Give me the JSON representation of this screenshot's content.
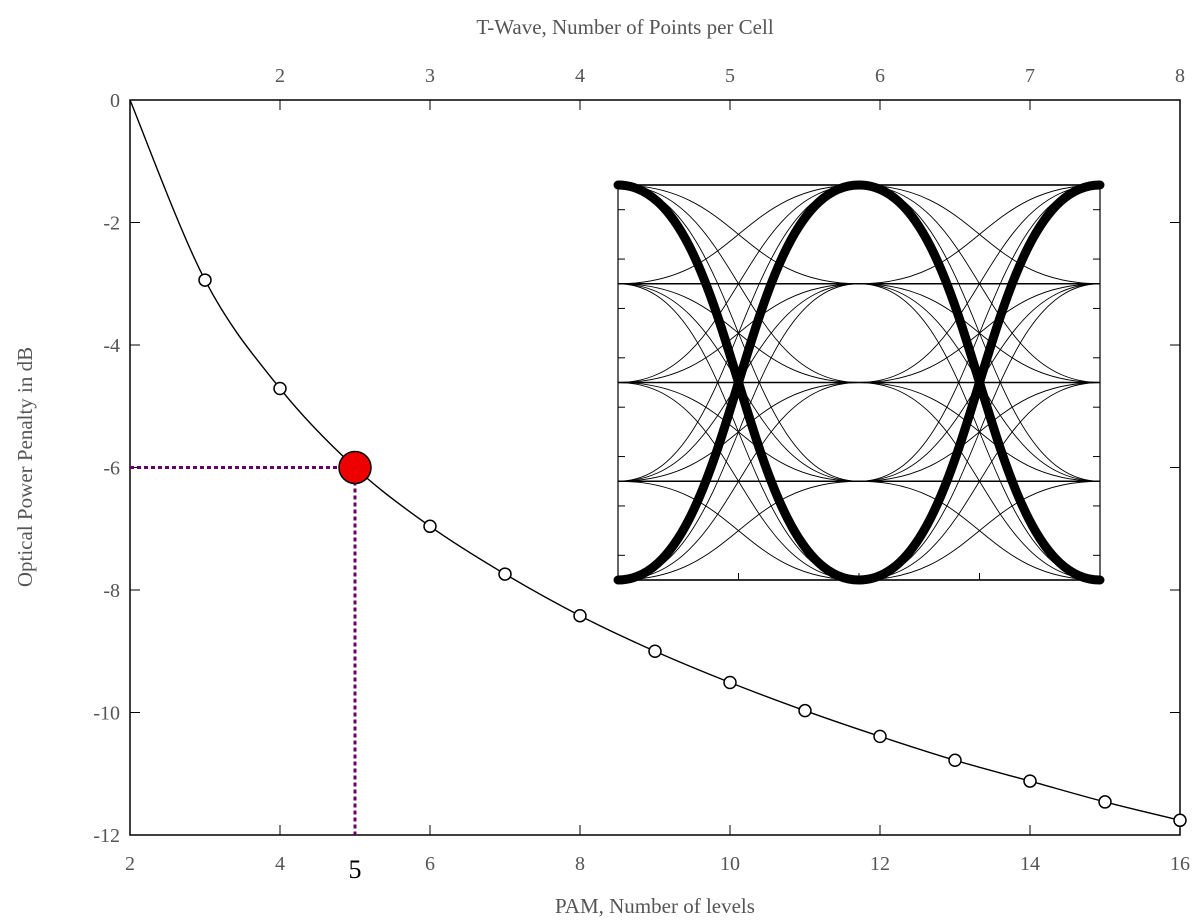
{
  "chart_data": {
    "type": "line",
    "title": "",
    "xlabel": "PAM, Number of levels",
    "x2label": "T-Wave, Number of Points per Cell",
    "ylabel": "Optical Power Penalty in dB",
    "xlim": [
      2,
      16
    ],
    "x2lim": [
      1,
      8
    ],
    "ylim": [
      -12,
      0
    ],
    "xticks": [
      "2",
      "4",
      "6",
      "8",
      "10",
      "12",
      "14",
      "16"
    ],
    "x2ticks": [
      "2",
      "3",
      "4",
      "5",
      "6",
      "7",
      "8"
    ],
    "yticks": [
      "0",
      "-2",
      "-4",
      "-6",
      "-8",
      "-10",
      "-12"
    ],
    "grid": false,
    "series": [
      {
        "x": [
          2,
          3,
          4,
          5,
          6,
          7,
          8,
          9,
          10,
          11,
          12,
          13,
          14,
          15,
          16
        ],
        "y": [
          0,
          -2.94,
          -4.71,
          -6.0,
          -6.96,
          -7.74,
          -8.42,
          -9.0,
          -9.51,
          -9.97,
          -10.39,
          -10.78,
          -11.12,
          -11.46,
          -11.76
        ],
        "marker": "circle"
      }
    ],
    "highlight": {
      "x": 5,
      "y": -6,
      "x_label": "5",
      "color": "#ee0000",
      "guide_color": "#660066"
    },
    "inset": {
      "type": "eye-diagram",
      "levels": 5
    }
  }
}
